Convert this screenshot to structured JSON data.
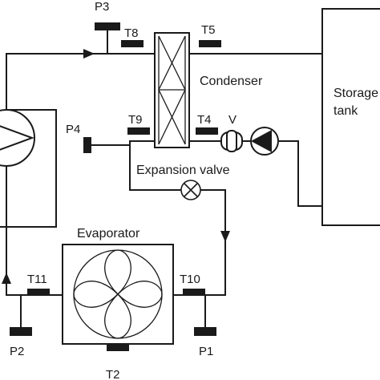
{
  "components": {
    "condenser": "Condenser",
    "expansion_valve": "Expansion valve",
    "evaporator": "Evaporator",
    "storage_tank_line1": "Storage",
    "storage_tank_line2": "tank",
    "flow_meter": "V"
  },
  "temperature_sensors": {
    "t2": "T2",
    "t4": "T4",
    "t5": "T5",
    "t8": "T8",
    "t9": "T9",
    "t10": "T10",
    "t11": "T11"
  },
  "pressure_sensors": {
    "p1": "P1",
    "p2": "P2",
    "p3": "P3",
    "p4": "P4"
  },
  "colors": {
    "line": "#1a1a1a",
    "background": "#ffffff"
  },
  "icons": [
    "compressor-icon",
    "heat-exchanger-icon",
    "valve-icon",
    "pump-icon",
    "fan-icon",
    "flow-arrow-icon"
  ]
}
